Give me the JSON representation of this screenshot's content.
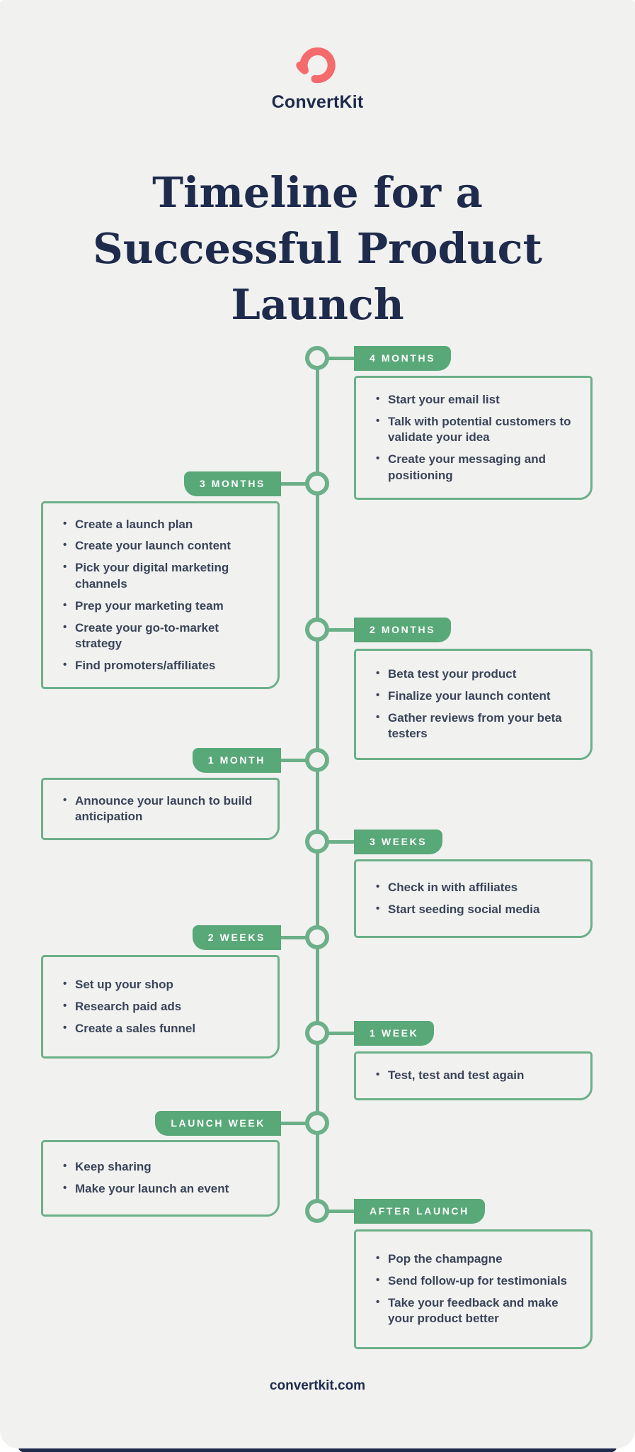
{
  "brand": {
    "name": "ConvertKit",
    "logo_icon": "convertkit-swirl-icon",
    "logo_color": "#F56A6C"
  },
  "title": "Timeline for a Successful Product Launch",
  "colors": {
    "badge_green": "#58A878",
    "line_green": "#6BB089",
    "navy": "#1E2B4D",
    "body_text": "#3A4459",
    "card_background": "#F1F1EF"
  },
  "timeline": {
    "milestones": [
      {
        "label": "4 MONTHS",
        "side": "right",
        "items": [
          "Start your email list",
          "Talk with potential customers to validate your idea",
          "Create your messaging and positioning"
        ]
      },
      {
        "label": "3 MONTHS",
        "side": "left",
        "items": [
          "Create a launch plan",
          "Create your launch content",
          "Pick your digital marketing channels",
          "Prep your marketing team",
          "Create your go-to-market strategy",
          "Find promoters/affiliates"
        ]
      },
      {
        "label": "2 MONTHS",
        "side": "right",
        "items": [
          "Beta test your product",
          "Finalize your launch content",
          "Gather reviews from your beta testers"
        ]
      },
      {
        "label": "1 MONTH",
        "side": "left",
        "items": [
          "Announce your launch to build anticipation"
        ]
      },
      {
        "label": "3 WEEKS",
        "side": "right",
        "items": [
          "Check in with affiliates",
          "Start seeding social media"
        ]
      },
      {
        "label": "2 WEEKS",
        "side": "left",
        "items": [
          "Set up your shop",
          "Research paid ads",
          "Create a sales funnel"
        ]
      },
      {
        "label": "1 WEEK",
        "side": "right",
        "items": [
          "Test, test and test again"
        ]
      },
      {
        "label": "LAUNCH WEEK",
        "side": "left",
        "items": [
          "Keep sharing",
          "Make your launch an event"
        ]
      },
      {
        "label": "AFTER LAUNCH",
        "side": "right",
        "items": [
          "Pop the champagne",
          "Send follow-up for testimonials",
          "Take your feedback and make your product better"
        ]
      }
    ]
  },
  "footer": {
    "website": "convertkit.com"
  }
}
